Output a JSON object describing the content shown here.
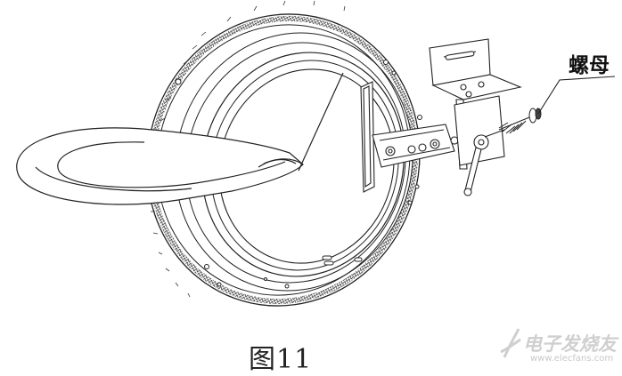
{
  "figure": {
    "caption": "图11",
    "callout_label": "螺母"
  },
  "watermark": {
    "text": "电子发烧友",
    "url": "www.elecfans.com"
  }
}
